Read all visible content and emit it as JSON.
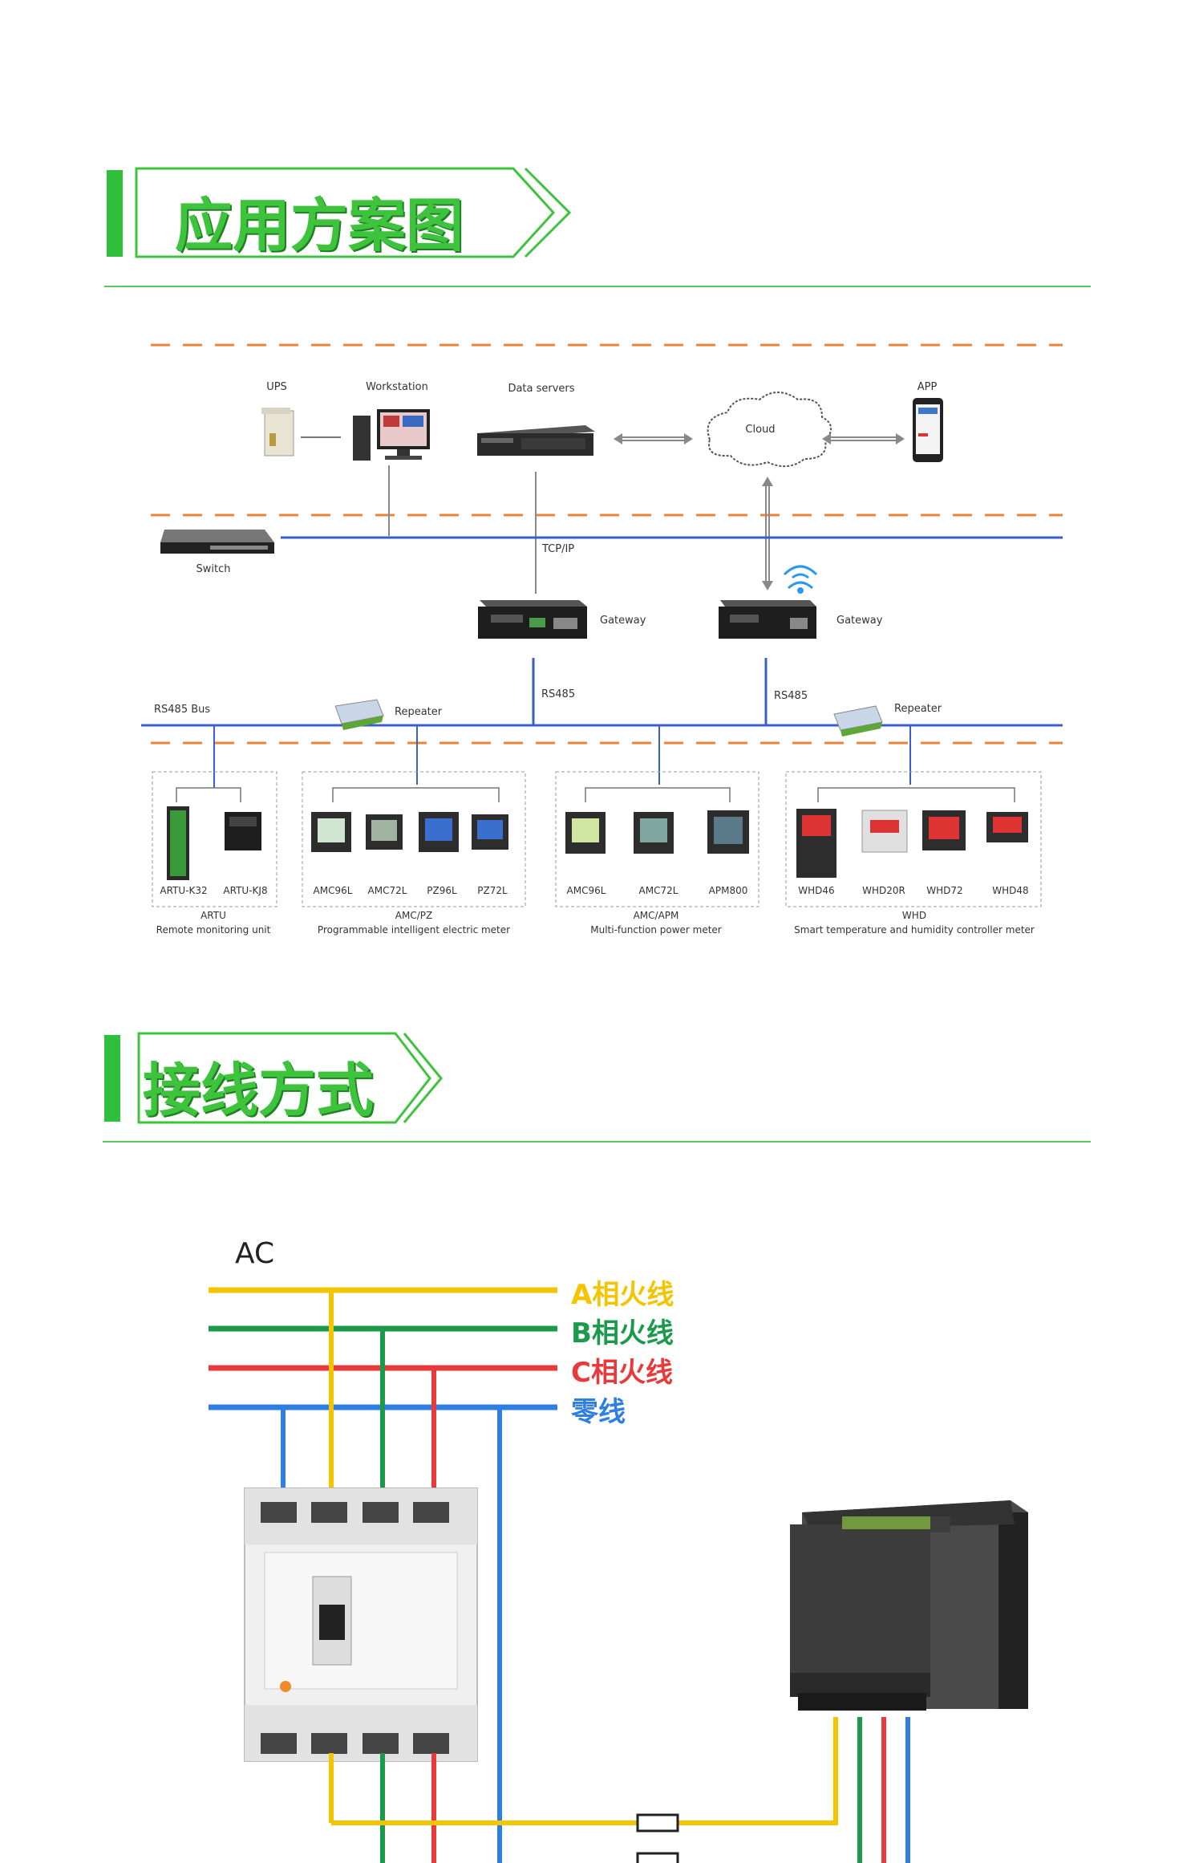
{
  "section1": {
    "title": "应用方案图"
  },
  "section2": {
    "title": "接线方式"
  },
  "diagram": {
    "ups": "UPS",
    "workstation": "Workstation",
    "data_servers": "Data servers",
    "cloud": "Cloud",
    "app": "APP",
    "switch": "Switch",
    "tcpip": "TCP/IP",
    "gateway1": "Gateway",
    "gateway2": "Gateway",
    "rs485_bus": "RS485 Bus",
    "repeater1": "Repeater",
    "repeater2": "Repeater",
    "rs485_1": "RS485",
    "rs485_2": "RS485",
    "groups": [
      {
        "devices": [
          "ARTU-K32",
          "ARTU-KJ8"
        ],
        "title": "ARTU",
        "subtitle": "Remote monitoring unit"
      },
      {
        "devices": [
          "AMC96L",
          "AMC72L",
          "PZ96L",
          "PZ72L"
        ],
        "title": "AMC/PZ",
        "subtitle": "Programmable intelligent electric meter"
      },
      {
        "devices": [
          "AMC96L",
          "AMC72L",
          "APM800"
        ],
        "title": "AMC/APM",
        "subtitle": "Multi-function power meter"
      },
      {
        "devices": [
          "WHD46",
          "WHD20R",
          "WHD72",
          "WHD48"
        ],
        "title": "WHD",
        "subtitle": "Smart temperature and humidity controller meter"
      }
    ]
  },
  "wiring": {
    "ac": "AC",
    "line_a": "A相火线",
    "line_b": "B相火线",
    "line_c": "C相火线",
    "line_n": "零线",
    "colors": {
      "a": "#f5c400",
      "b": "#1a9a4a",
      "c": "#e83a3a",
      "n": "#2f7fe0"
    }
  }
}
